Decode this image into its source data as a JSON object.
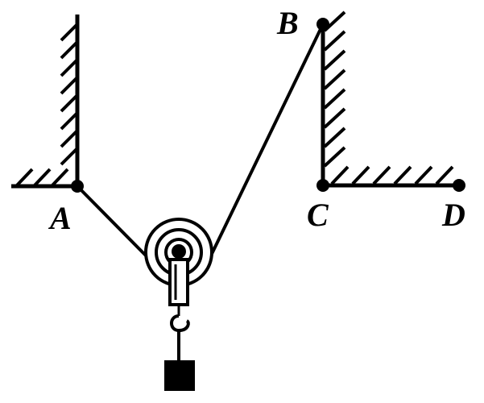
{
  "diagram": {
    "points": {
      "A": {
        "label": "A"
      },
      "B": {
        "label": "B"
      },
      "C": {
        "label": "C"
      },
      "D": {
        "label": "D"
      }
    },
    "colors": {
      "ink": "#000000",
      "background": "#ffffff"
    },
    "components": [
      "left-wall-hatched",
      "left-floor-hatched",
      "right-wall-hatched",
      "right-floor-hatched",
      "rope",
      "pulley",
      "spring-scale",
      "hook",
      "weight-block"
    ]
  }
}
